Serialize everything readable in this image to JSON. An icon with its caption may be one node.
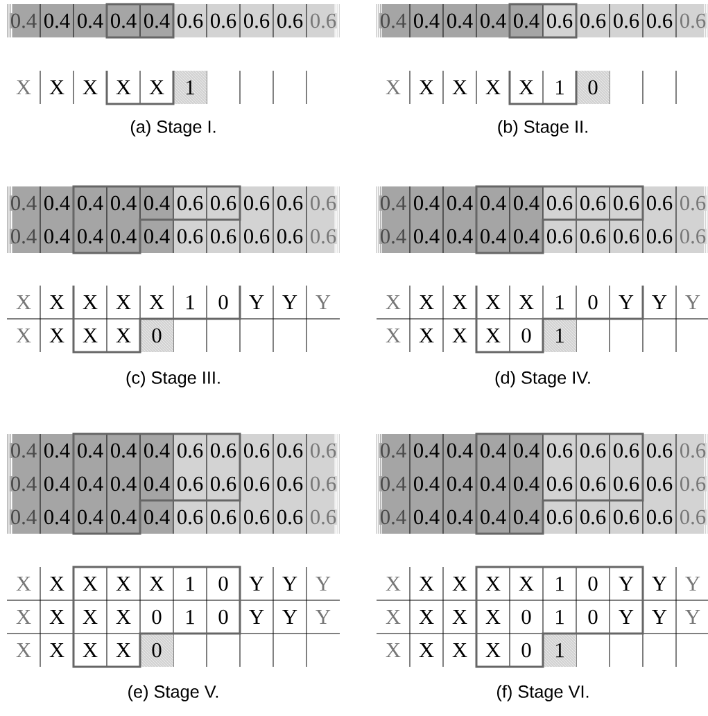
{
  "diagram": {
    "labels": [
      "0.4",
      "0.4",
      "0.4",
      "0.4",
      "0.4",
      "0.6",
      "0.6",
      "0.6",
      "0.6",
      "0.6",
      "X",
      "X",
      "X",
      "X",
      "X",
      "1",
      "(a) Stage I.",
      "0.4",
      "0.4",
      "0.4",
      "0.4",
      "0.4",
      "0.6",
      "0.6",
      "0.6",
      "0.6",
      "0.6",
      "X",
      "X",
      "X",
      "X",
      "X",
      "1",
      "0",
      "(b) Stage II.",
      "0.4",
      "0.4",
      "0.4",
      "0.4",
      "0.4",
      "0.6",
      "0.6",
      "0.6",
      "0.6",
      "0.6",
      "0.4",
      "0.4",
      "0.4",
      "0.4",
      "0.4",
      "0.6",
      "0.6",
      "0.6",
      "0.6",
      "0.6",
      "X",
      "X",
      "X",
      "X",
      "X",
      "1",
      "0",
      "Y",
      "Y",
      "Y",
      "X",
      "X",
      "X",
      "X",
      "0",
      "(c) Stage III.",
      "0.4",
      "0.4",
      "0.4",
      "0.4",
      "0.4",
      "0.6",
      "0.6",
      "0.6",
      "0.6",
      "0.6",
      "0.4",
      "0.4",
      "0.4",
      "0.4",
      "0.4",
      "0.6",
      "0.6",
      "0.6",
      "0.6",
      "0.6",
      "X",
      "X",
      "X",
      "X",
      "X",
      "1",
      "0",
      "Y",
      "Y",
      "Y",
      "X",
      "X",
      "X",
      "X",
      "0",
      "1",
      "(d) Stage IV.",
      "0.4",
      "0.4",
      "0.4",
      "0.4",
      "0.4",
      "0.6",
      "0.6",
      "0.6",
      "0.6",
      "0.6",
      "0.4",
      "0.4",
      "0.4",
      "0.4",
      "0.4",
      "0.6",
      "0.6",
      "0.6",
      "0.6",
      "0.6",
      "0.4",
      "0.4",
      "0.4",
      "0.4",
      "0.4",
      "0.6",
      "0.6",
      "0.6",
      "0.6",
      "0.6",
      "X",
      "X",
      "X",
      "X",
      "X",
      "1",
      "0",
      "Y",
      "Y",
      "Y",
      "X",
      "X",
      "X",
      "X",
      "0",
      "1",
      "0",
      "Y",
      "Y",
      "Y",
      "X",
      "X",
      "X",
      "X",
      "0",
      "(e) Stage V.",
      "0.4",
      "0.4",
      "0.4",
      "0.4",
      "0.4",
      "0.6",
      "0.6",
      "0.6",
      "0.6",
      "0.6",
      "0.4",
      "0.4",
      "0.4",
      "0.4",
      "0.4",
      "0.6",
      "0.6",
      "0.6",
      "0.6",
      "0.6",
      "0.4",
      "0.4",
      "0.4",
      "0.4",
      "0.4",
      "0.6",
      "0.6",
      "0.6",
      "0.6",
      "0.6",
      "X",
      "X",
      "X",
      "X",
      "X",
      "1",
      "0",
      "Y",
      "Y",
      "Y",
      "X",
      "X",
      "X",
      "X",
      "0",
      "1",
      "0",
      "Y",
      "Y",
      "Y",
      "X",
      "X",
      "X",
      "X",
      "0",
      "1",
      "(f) Stage VI."
    ]
  }
}
